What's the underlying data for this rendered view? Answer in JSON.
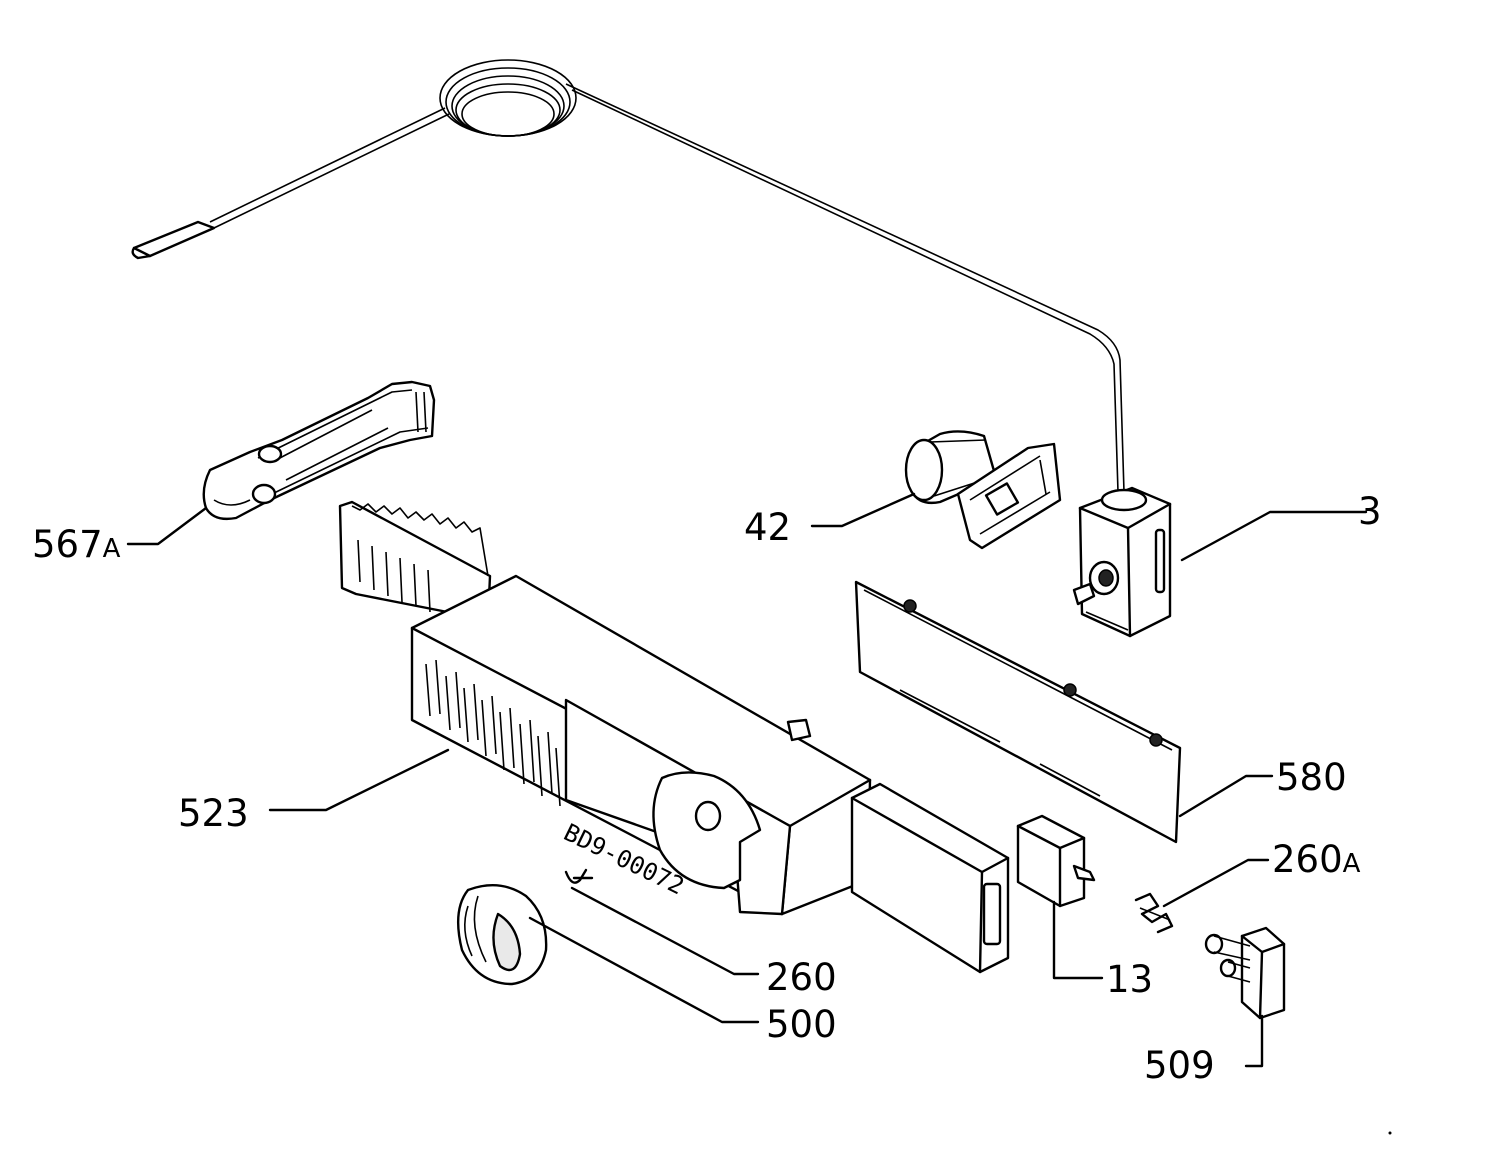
{
  "diagram": {
    "stamp_text": "BD9-00072",
    "callouts": [
      {
        "id": "3",
        "label": "3"
      },
      {
        "id": "42",
        "label": "42"
      },
      {
        "id": "567A",
        "label": "567",
        "suffix": "A"
      },
      {
        "id": "523",
        "label": "523"
      },
      {
        "id": "580",
        "label": "580"
      },
      {
        "id": "260A",
        "label": "260",
        "suffix": "A"
      },
      {
        "id": "260",
        "label": "260"
      },
      {
        "id": "500",
        "label": "500"
      },
      {
        "id": "13",
        "label": "13"
      },
      {
        "id": "509",
        "label": "509"
      }
    ]
  }
}
